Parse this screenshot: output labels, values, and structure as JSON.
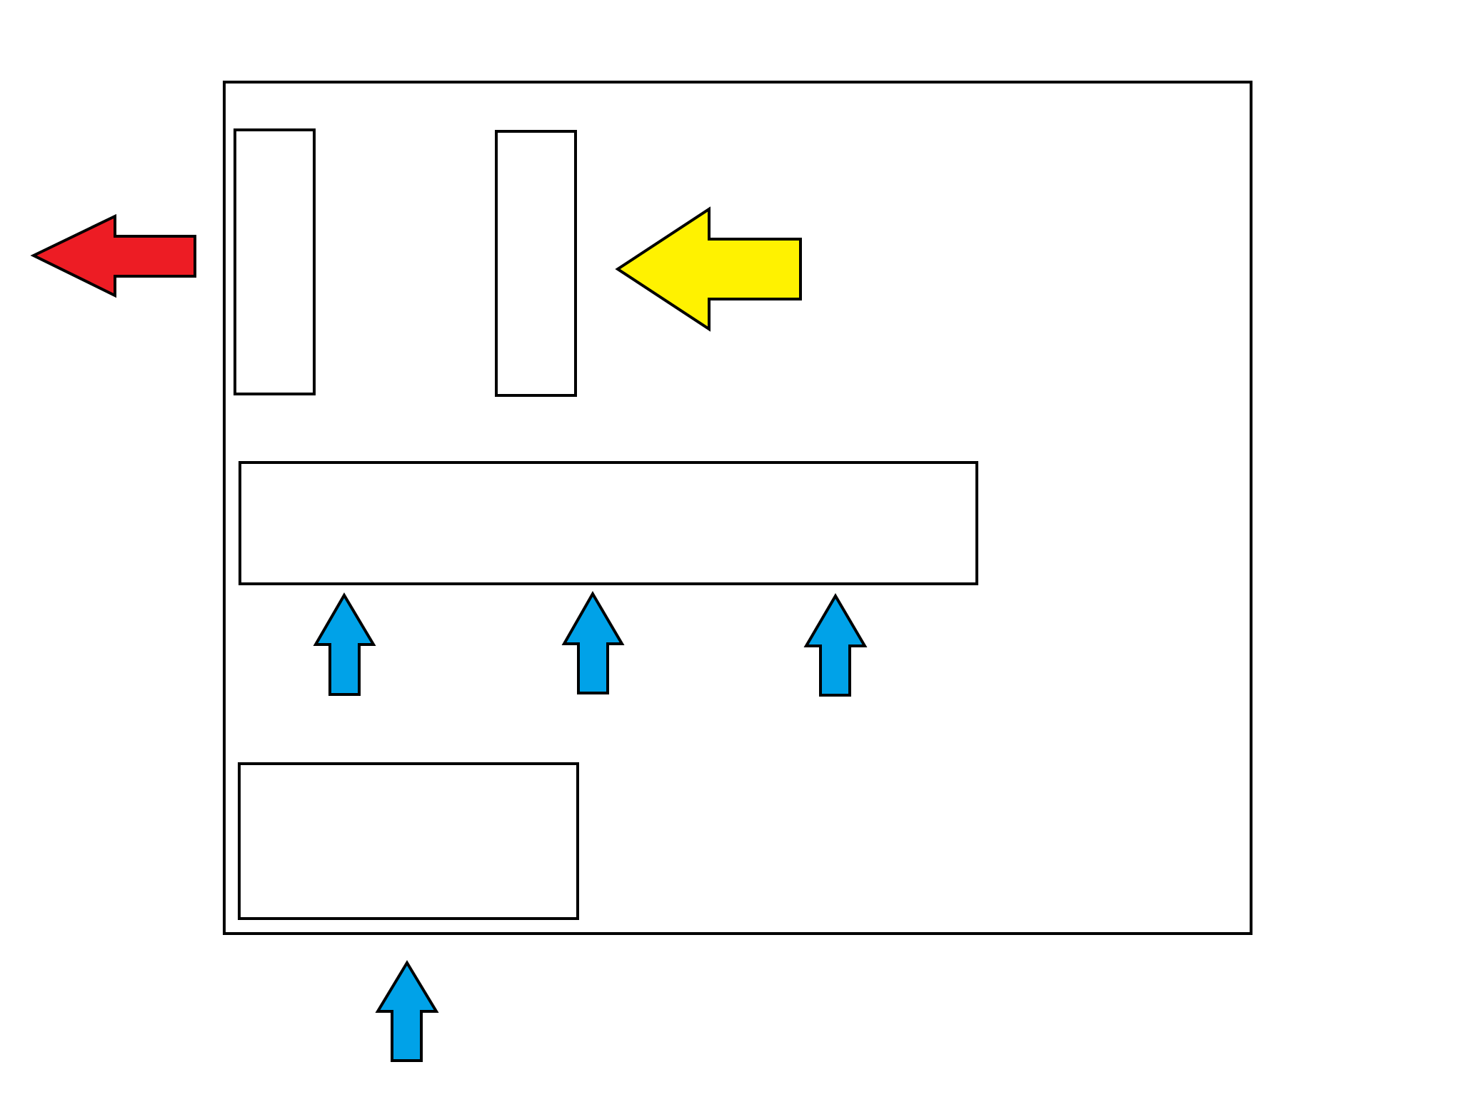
{
  "colors": {
    "background": "#ffffff",
    "outline": "#000000",
    "arrow_red": "#ed1c24",
    "arrow_yellow": "#fff200",
    "arrow_blue": "#00a2e8"
  },
  "arrows": [
    {
      "name": "red-left-arrow",
      "direction": "left",
      "color": "#ed1c24"
    },
    {
      "name": "yellow-left-arrow",
      "direction": "left",
      "color": "#fff200"
    },
    {
      "name": "blue-up-arrow-1",
      "direction": "up",
      "color": "#00a2e8"
    },
    {
      "name": "blue-up-arrow-2",
      "direction": "up",
      "color": "#00a2e8"
    },
    {
      "name": "blue-up-arrow-3",
      "direction": "up",
      "color": "#00a2e8"
    },
    {
      "name": "blue-up-arrow-4",
      "direction": "up",
      "color": "#00a2e8"
    }
  ]
}
